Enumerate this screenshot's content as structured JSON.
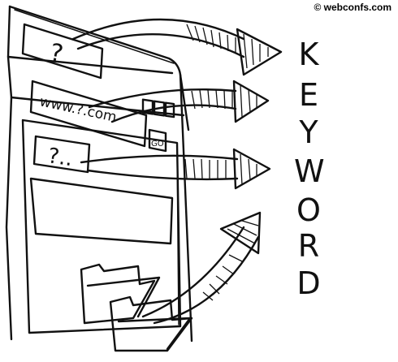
{
  "credit": "© webconfs.com",
  "browser": {
    "title_placeholder": "?",
    "url_text": "www.?.com",
    "go_button": "GO",
    "heading_placeholder": "?.."
  },
  "keyword_letters": [
    "K",
    "E",
    "Y",
    "W",
    "O",
    "R",
    "D"
  ]
}
